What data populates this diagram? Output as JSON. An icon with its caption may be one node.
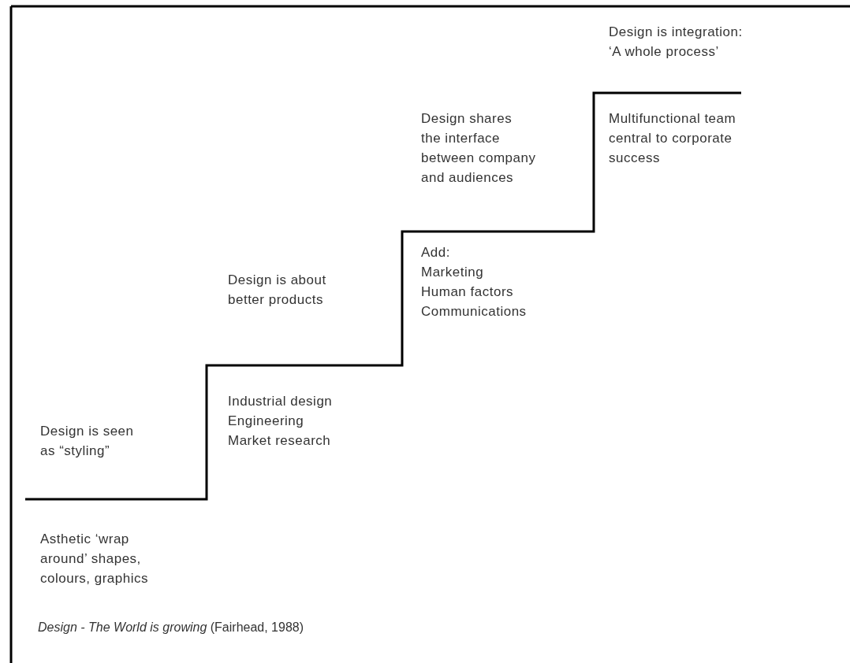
{
  "diagram": {
    "caption": "*Design - The World is growing* (Fairhead, 1988)",
    "labels": [
      "Design is integration: ‘A whole process’",
      "Design shares the interface between company and audiences",
      "Multifunctional team central to corporate success",
      "Design is about better products",
      "Add: Marketing Human factors Communications",
      "Industrial design Engineering Market research",
      "Design is seen as “styling”",
      "Asthetic ‘wrap around’ shapes, colours, graphics"
    ]
  }
}
